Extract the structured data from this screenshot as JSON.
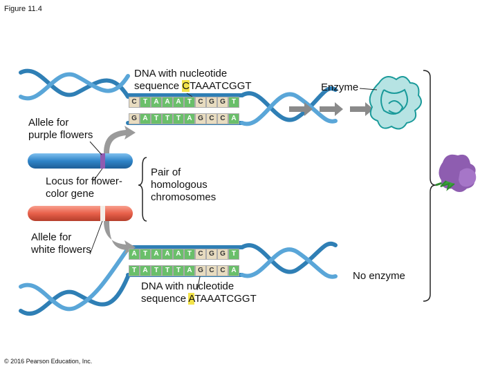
{
  "figure_label": "Figure 11.4",
  "top_dna": {
    "label_line1": "DNA with nucleotide",
    "label_prefix": "sequence ",
    "label_highlight": "C",
    "label_rest": "TAAATCGGT",
    "top_strand": [
      "C",
      "T",
      "A",
      "A",
      "A",
      "T",
      "C",
      "G",
      "G",
      "T"
    ],
    "bottom_strand": [
      "G",
      "A",
      "T",
      "T",
      "T",
      "A",
      "G",
      "C",
      "C",
      "A"
    ]
  },
  "bottom_dna": {
    "label_line1": "DNA with nucleotide",
    "label_prefix": "sequence ",
    "label_highlight": "A",
    "label_rest": "TAAATCGGT",
    "top_strand": [
      "A",
      "T",
      "A",
      "A",
      "A",
      "T",
      "C",
      "G",
      "G",
      "T"
    ],
    "bottom_strand": [
      "T",
      "A",
      "T",
      "T",
      "T",
      "A",
      "G",
      "C",
      "C",
      "A"
    ]
  },
  "labels": {
    "enzyme": "Enzyme",
    "no_enzyme": "No enzyme",
    "allele_purple_1": "Allele for",
    "allele_purple_2": "purple flowers",
    "allele_white_1": "Allele for",
    "allele_white_2": "white flowers",
    "locus_1": "Locus for flower-",
    "locus_2": "color gene",
    "pair_1": "Pair of",
    "pair_2": "homologous",
    "pair_3": "chromosomes"
  },
  "copyright": "© 2016 Pearson Education, Inc.",
  "colors": {
    "dna_backbone": "#2f7fb5",
    "chromosome_blue": "#3a8fd0",
    "chromosome_red": "#e8604a",
    "nucleotide_green": "#6abf6a",
    "nucleotide_tan": "#e8dcc0",
    "highlight": "#f3e34a",
    "enzyme": "#1a9a9a",
    "flower": "#8e5db0"
  }
}
